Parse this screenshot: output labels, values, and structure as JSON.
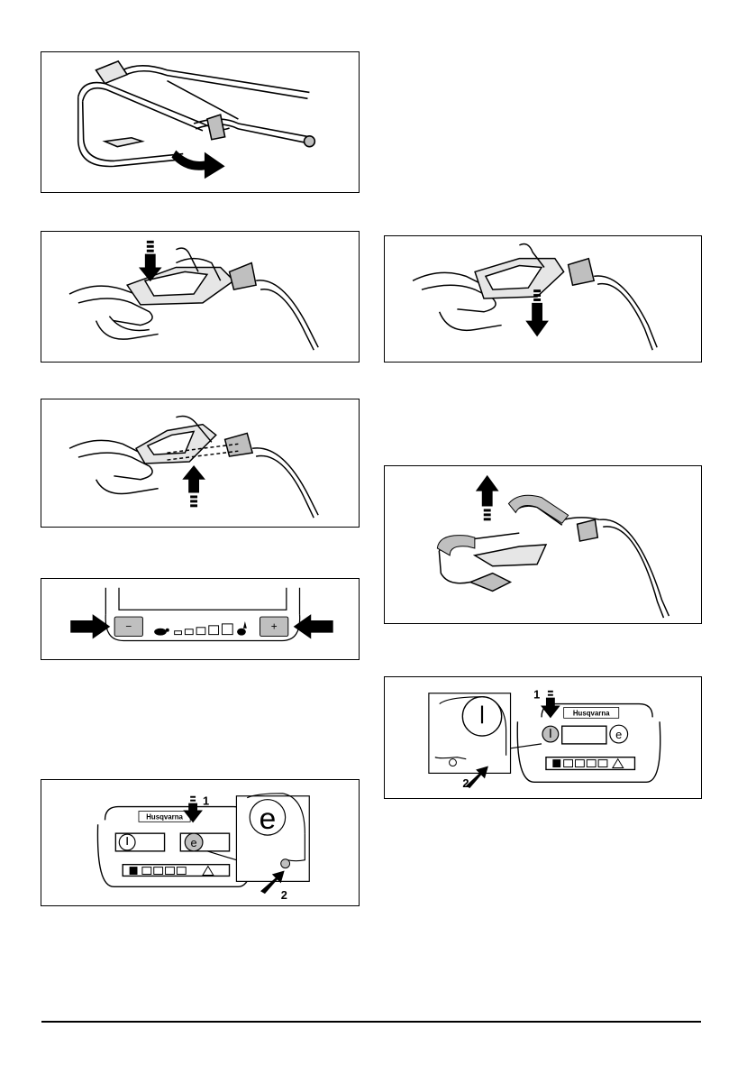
{
  "figures": [
    {
      "id": "fig-handle-fold"
    },
    {
      "id": "fig-grass-bag-press"
    },
    {
      "id": "fig-grass-bag-lift"
    },
    {
      "id": "fig-speed-panel"
    },
    {
      "id": "fig-eco-panel"
    },
    {
      "id": "fig-grass-bag-lower"
    },
    {
      "id": "fig-handle-lift"
    },
    {
      "id": "fig-power-panel"
    }
  ],
  "speed_panel": {
    "minus_label": "−",
    "plus_label": "+"
  },
  "eco_panel": {
    "brand": "Husqvarna",
    "callout_1": "1",
    "callout_2": "2",
    "eco_symbol": "e"
  },
  "power_panel": {
    "brand": "Husqvarna",
    "callout_1": "1",
    "callout_2": "2",
    "eco_symbol": "e"
  },
  "colors": {
    "line": "#000000",
    "fill_grey": "#bfbfbf",
    "fill_light": "#e6e6e6"
  }
}
